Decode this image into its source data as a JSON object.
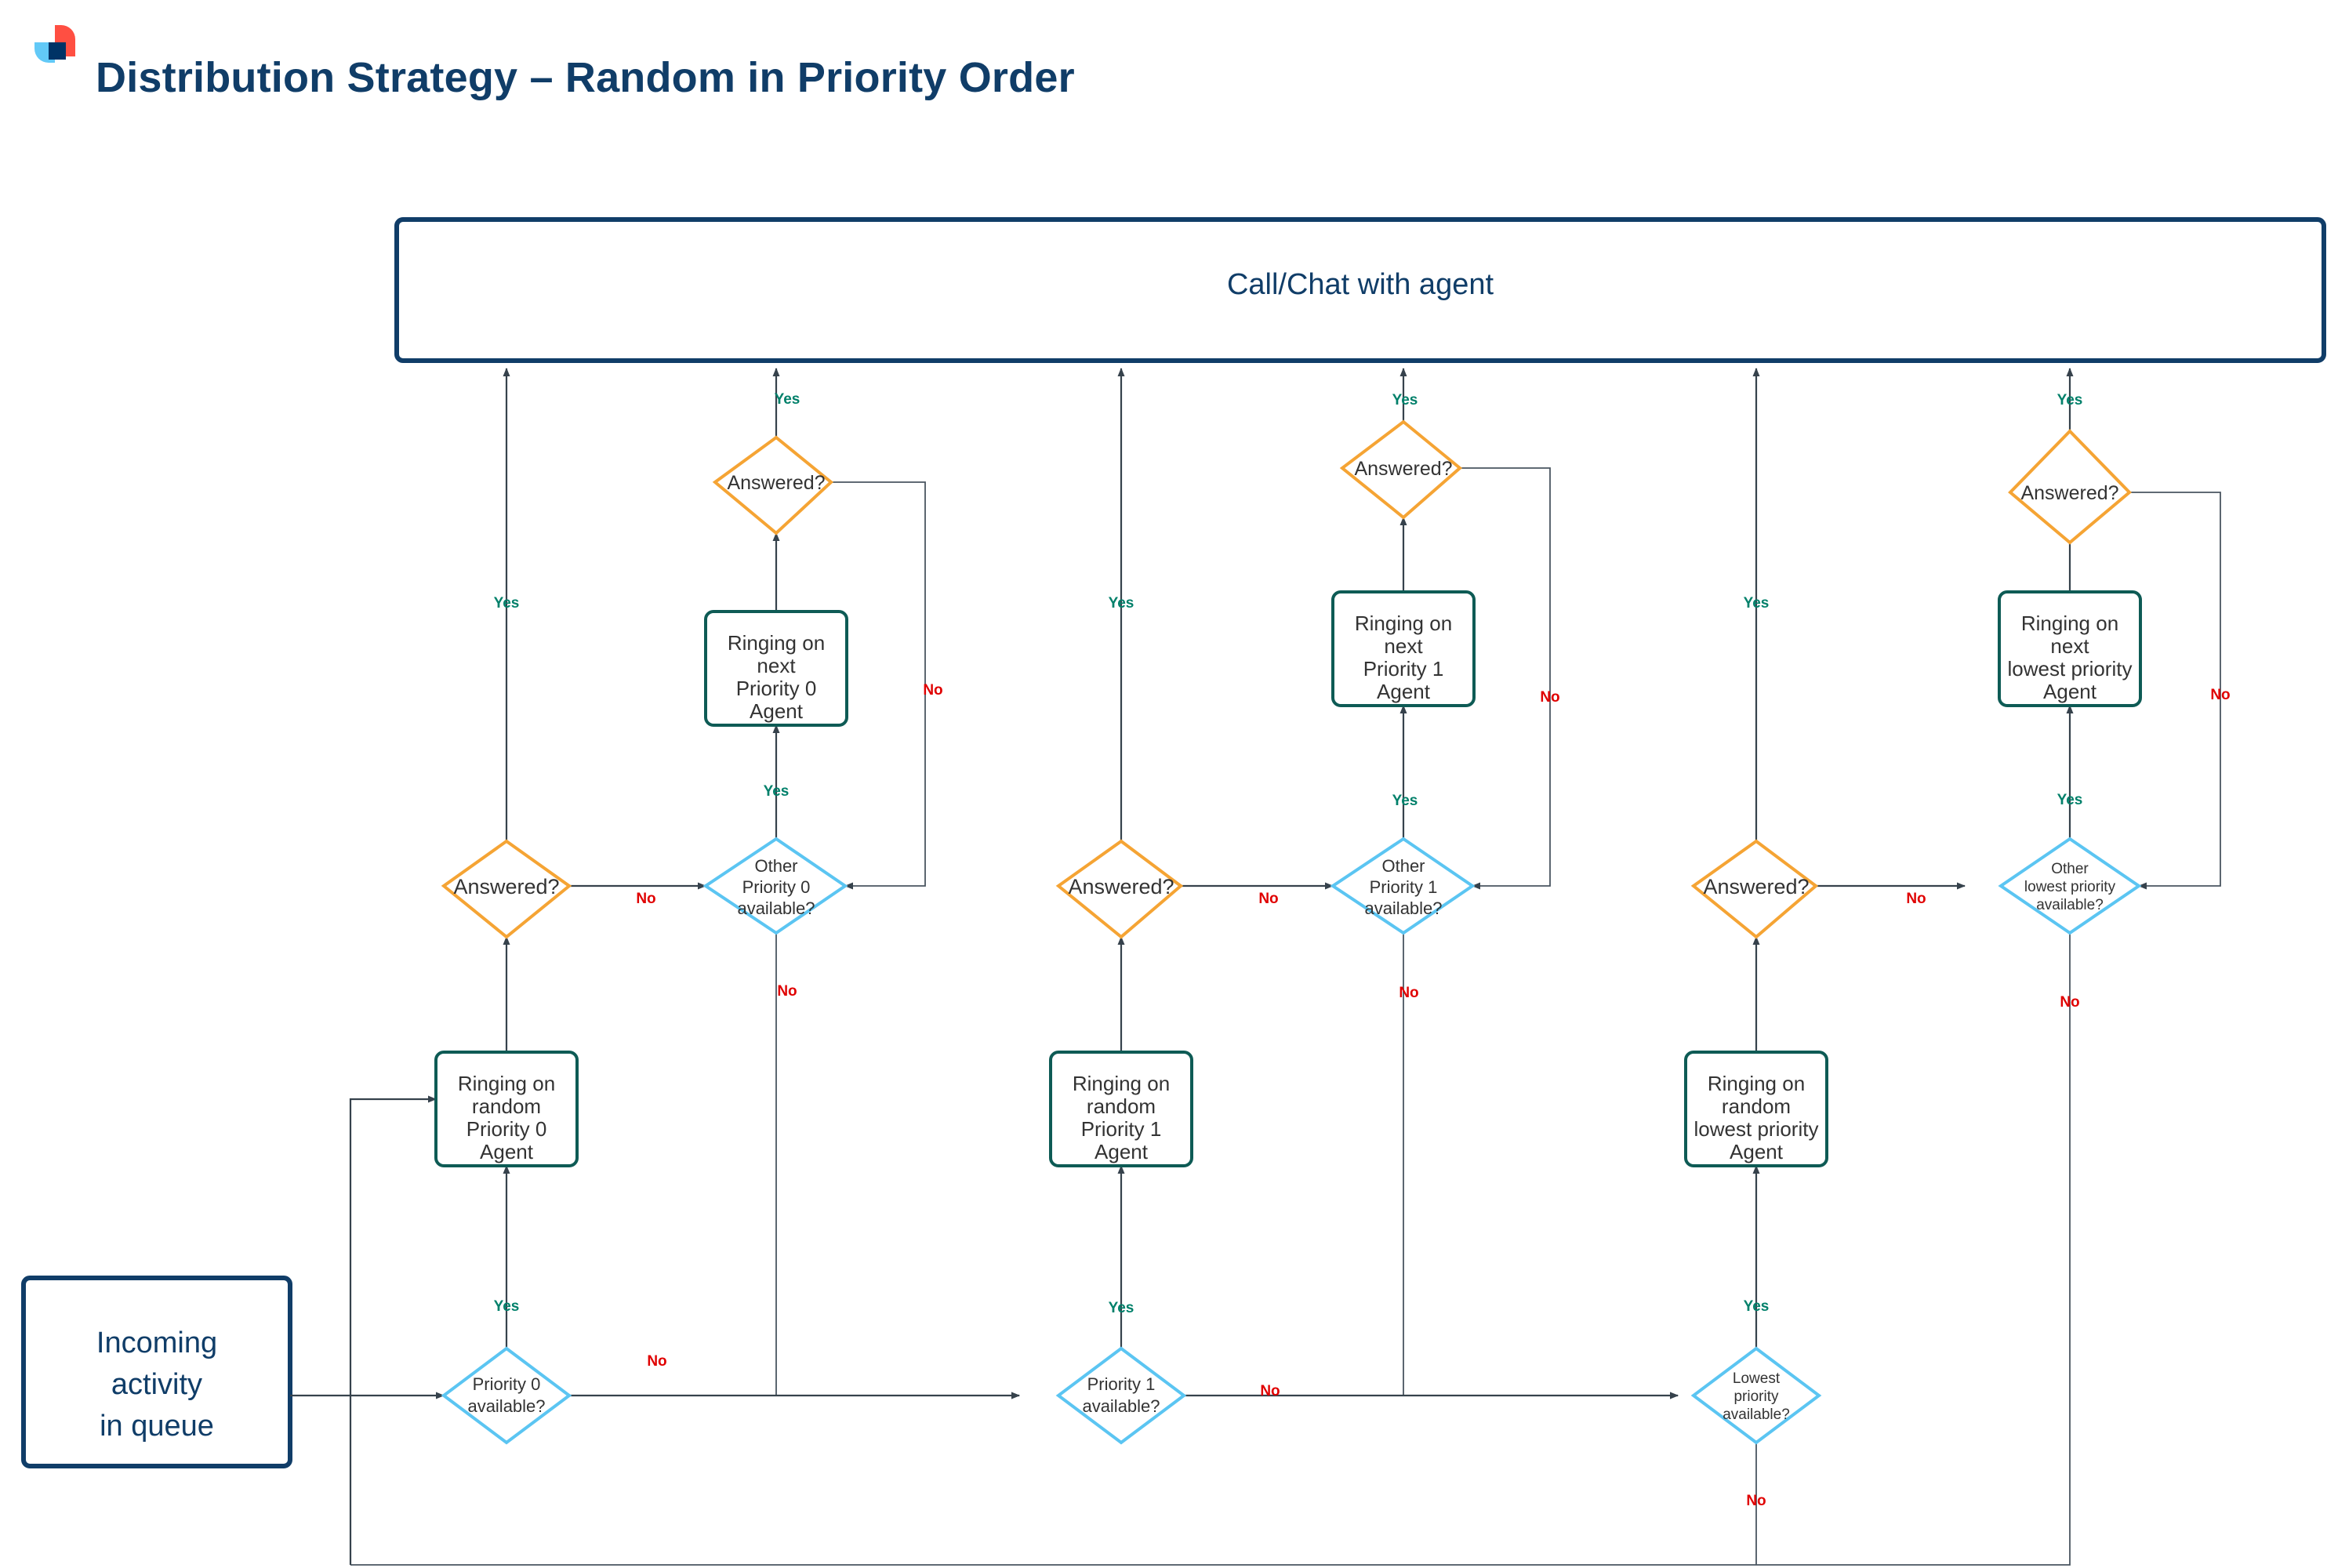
{
  "header": {
    "title": "Distribution Strategy – Random in Priority Order",
    "logo_name": "brand-logo",
    "title_color": "#103D68"
  },
  "palette": {
    "navy": "#103D68",
    "teal": "#0E5B55",
    "orange": "#F5A434",
    "light_blue": "#5BC5F2",
    "yes_green": "#00806A",
    "no_red": "#E00000",
    "line": "#36424C",
    "logo_red": "#FF4F42",
    "logo_blue": "#62C9F7",
    "logo_navy": "#003366"
  },
  "flow": {
    "terminal_top": "Call/Chat with agent",
    "terminal_start": "Incoming\nactivity\nin queue",
    "terminal_start_lines": [
      "Incoming",
      "activity",
      "in queue"
    ],
    "edge_labels": {
      "yes": "Yes",
      "no": "No"
    },
    "columns": [
      {
        "id": "priority-0",
        "gate": {
          "label": "Priority 0\navailable?",
          "lines": [
            "Priority 0",
            "available?"
          ],
          "shape": "diamond",
          "color": "light_blue"
        },
        "ring_random": {
          "label": "Ringing on\nrandom\nPriority 0\nAgent",
          "lines": [
            "Ringing on",
            "random",
            "Priority 0",
            "Agent"
          ],
          "shape": "process",
          "color": "teal"
        },
        "answered_1": {
          "label": "Answered?",
          "lines": [
            "Answered?"
          ],
          "shape": "diamond",
          "color": "orange"
        },
        "other_available": {
          "label": "Other\nPriority 0\navailable?",
          "lines": [
            "Other",
            "Priority 0",
            "available?"
          ],
          "shape": "diamond",
          "color": "light_blue"
        },
        "ring_next": {
          "label": "Ringing on\nnext\nPriority 0\nAgent",
          "lines": [
            "Ringing on",
            "next",
            "Priority 0",
            "Agent"
          ],
          "shape": "process",
          "color": "teal"
        },
        "answered_2": {
          "label": "Answered?",
          "lines": [
            "Answered?"
          ],
          "shape": "diamond",
          "color": "orange"
        }
      },
      {
        "id": "priority-1",
        "gate": {
          "label": "Priority 1\navailable?",
          "lines": [
            "Priority 1",
            "available?"
          ],
          "shape": "diamond",
          "color": "light_blue"
        },
        "ring_random": {
          "label": "Ringing on\nrandom\nPriority 1\nAgent",
          "lines": [
            "Ringing on",
            "random",
            "Priority 1",
            "Agent"
          ],
          "shape": "process",
          "color": "teal"
        },
        "answered_1": {
          "label": "Answered?",
          "lines": [
            "Answered?"
          ],
          "shape": "diamond",
          "color": "orange"
        },
        "other_available": {
          "label": "Other\nPriority 1\navailable?",
          "lines": [
            "Other",
            "Priority 1",
            "available?"
          ],
          "shape": "diamond",
          "color": "light_blue"
        },
        "ring_next": {
          "label": "Ringing on\nnext\nPriority 1\nAgent",
          "lines": [
            "Ringing on",
            "next",
            "Priority 1",
            "Agent"
          ],
          "shape": "process",
          "color": "teal"
        },
        "answered_2": {
          "label": "Answered?",
          "lines": [
            "Answered?"
          ],
          "shape": "diamond",
          "color": "orange"
        }
      },
      {
        "id": "lowest-priority",
        "gate": {
          "label": "Lowest\npriority\navailable?",
          "lines": [
            "Lowest",
            "priority",
            "available?"
          ],
          "shape": "diamond",
          "color": "light_blue"
        },
        "ring_random": {
          "label": "Ringing on\nrandom\nlowest priority\nAgent",
          "lines": [
            "Ringing on",
            "random",
            "lowest priority",
            "Agent"
          ],
          "shape": "process",
          "color": "teal"
        },
        "answered_1": {
          "label": "Answered?",
          "lines": [
            "Answered?"
          ],
          "shape": "diamond",
          "color": "orange"
        },
        "other_available": {
          "label": "Other\nlowest priority\navailable?",
          "lines": [
            "Other",
            "lowest priority",
            "available?"
          ],
          "shape": "diamond",
          "color": "light_blue"
        },
        "ring_next": {
          "label": "Ringing on\nnext\nlowest priority\nAgent",
          "lines": [
            "Ringing on",
            "next",
            "lowest priority",
            "Agent"
          ],
          "shape": "process",
          "color": "teal"
        },
        "answered_2": {
          "label": "Answered?",
          "lines": [
            "Answered?"
          ],
          "shape": "diamond",
          "color": "orange"
        }
      }
    ]
  }
}
